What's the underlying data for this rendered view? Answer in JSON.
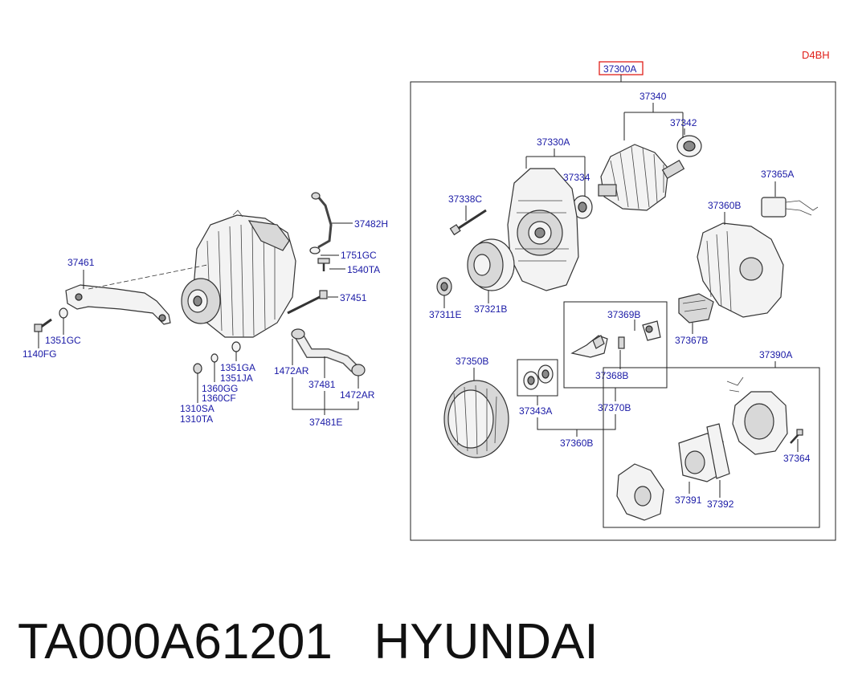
{
  "diagram": {
    "region_code": "D4BH",
    "assembly_code": "37300A",
    "labels": {
      "37340": "37340",
      "37342": "37342",
      "37330A": "37330A",
      "37334": "37334",
      "37365A": "37365A",
      "37338C": "37338C",
      "37360B_cover": "37360B",
      "37311E": "37311E",
      "37321B": "37321B",
      "37369B": "37369B",
      "37367B": "37367B",
      "37368B": "37368B",
      "37350B": "37350B",
      "37390A": "37390A",
      "37343A": "37343A",
      "37370B": "37370B",
      "37364": "37364",
      "37360B_group": "37360B",
      "37391": "37391",
      "37392": "37392",
      "37482H": "37482H",
      "1751GC": "1751GC",
      "1540TA": "1540TA",
      "37461": "37461",
      "37451": "37451",
      "1351GC": "1351GC",
      "1140FG": "1140FG",
      "1351GA": "1351GA",
      "1351JA": "1351JA",
      "1360GG": "1360GG",
      "1360CF": "1360CF",
      "1310SA": "1310SA",
      "1310TA": "1310TA",
      "1472AR_left": "1472AR",
      "37481": "37481",
      "1472AR_right": "1472AR",
      "37481E": "37481E"
    }
  },
  "caption": {
    "part_number": "TA000A61201",
    "brand": "HYUNDAI"
  }
}
